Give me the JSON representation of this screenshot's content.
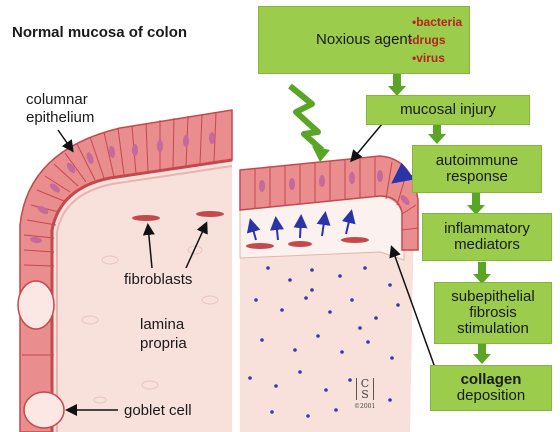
{
  "title": "Normal mucosa of colon",
  "labels": {
    "columnar_line1": "columnar",
    "columnar_line2": "epithelium",
    "fibroblasts": "fibroblasts",
    "lamina_line1": "lamina",
    "lamina_line2": "propria",
    "goblet_cell": "goblet cell"
  },
  "flow": {
    "noxious_agent": "Noxious agent",
    "agents": [
      "•bacteria",
      "•drugs",
      "•virus"
    ],
    "mucosal_injury": "mucosal injury",
    "autoimmune_line1": "autoimmune",
    "autoimmune_line2": "response",
    "inflammatory_line1": "inflammatory",
    "inflammatory_line2": "mediators",
    "subepithelial_line1": "subepithelial",
    "subepithelial_line2": "fibrosis",
    "subepithelial_line3": "stimulation",
    "collagen_bold": "collagen",
    "collagen_line2": "deposition"
  },
  "logo": {
    "letters": [
      "C",
      "S"
    ],
    "caption": "©2001"
  },
  "colors": {
    "box_green": "#9bcc4c",
    "arrow_green": "#5aa426",
    "agent_red": "#b3261e",
    "tissue_pink": "#f6dcd6",
    "epithelium_red": "#e0767a",
    "dots_blue": "#3a3aa8"
  }
}
